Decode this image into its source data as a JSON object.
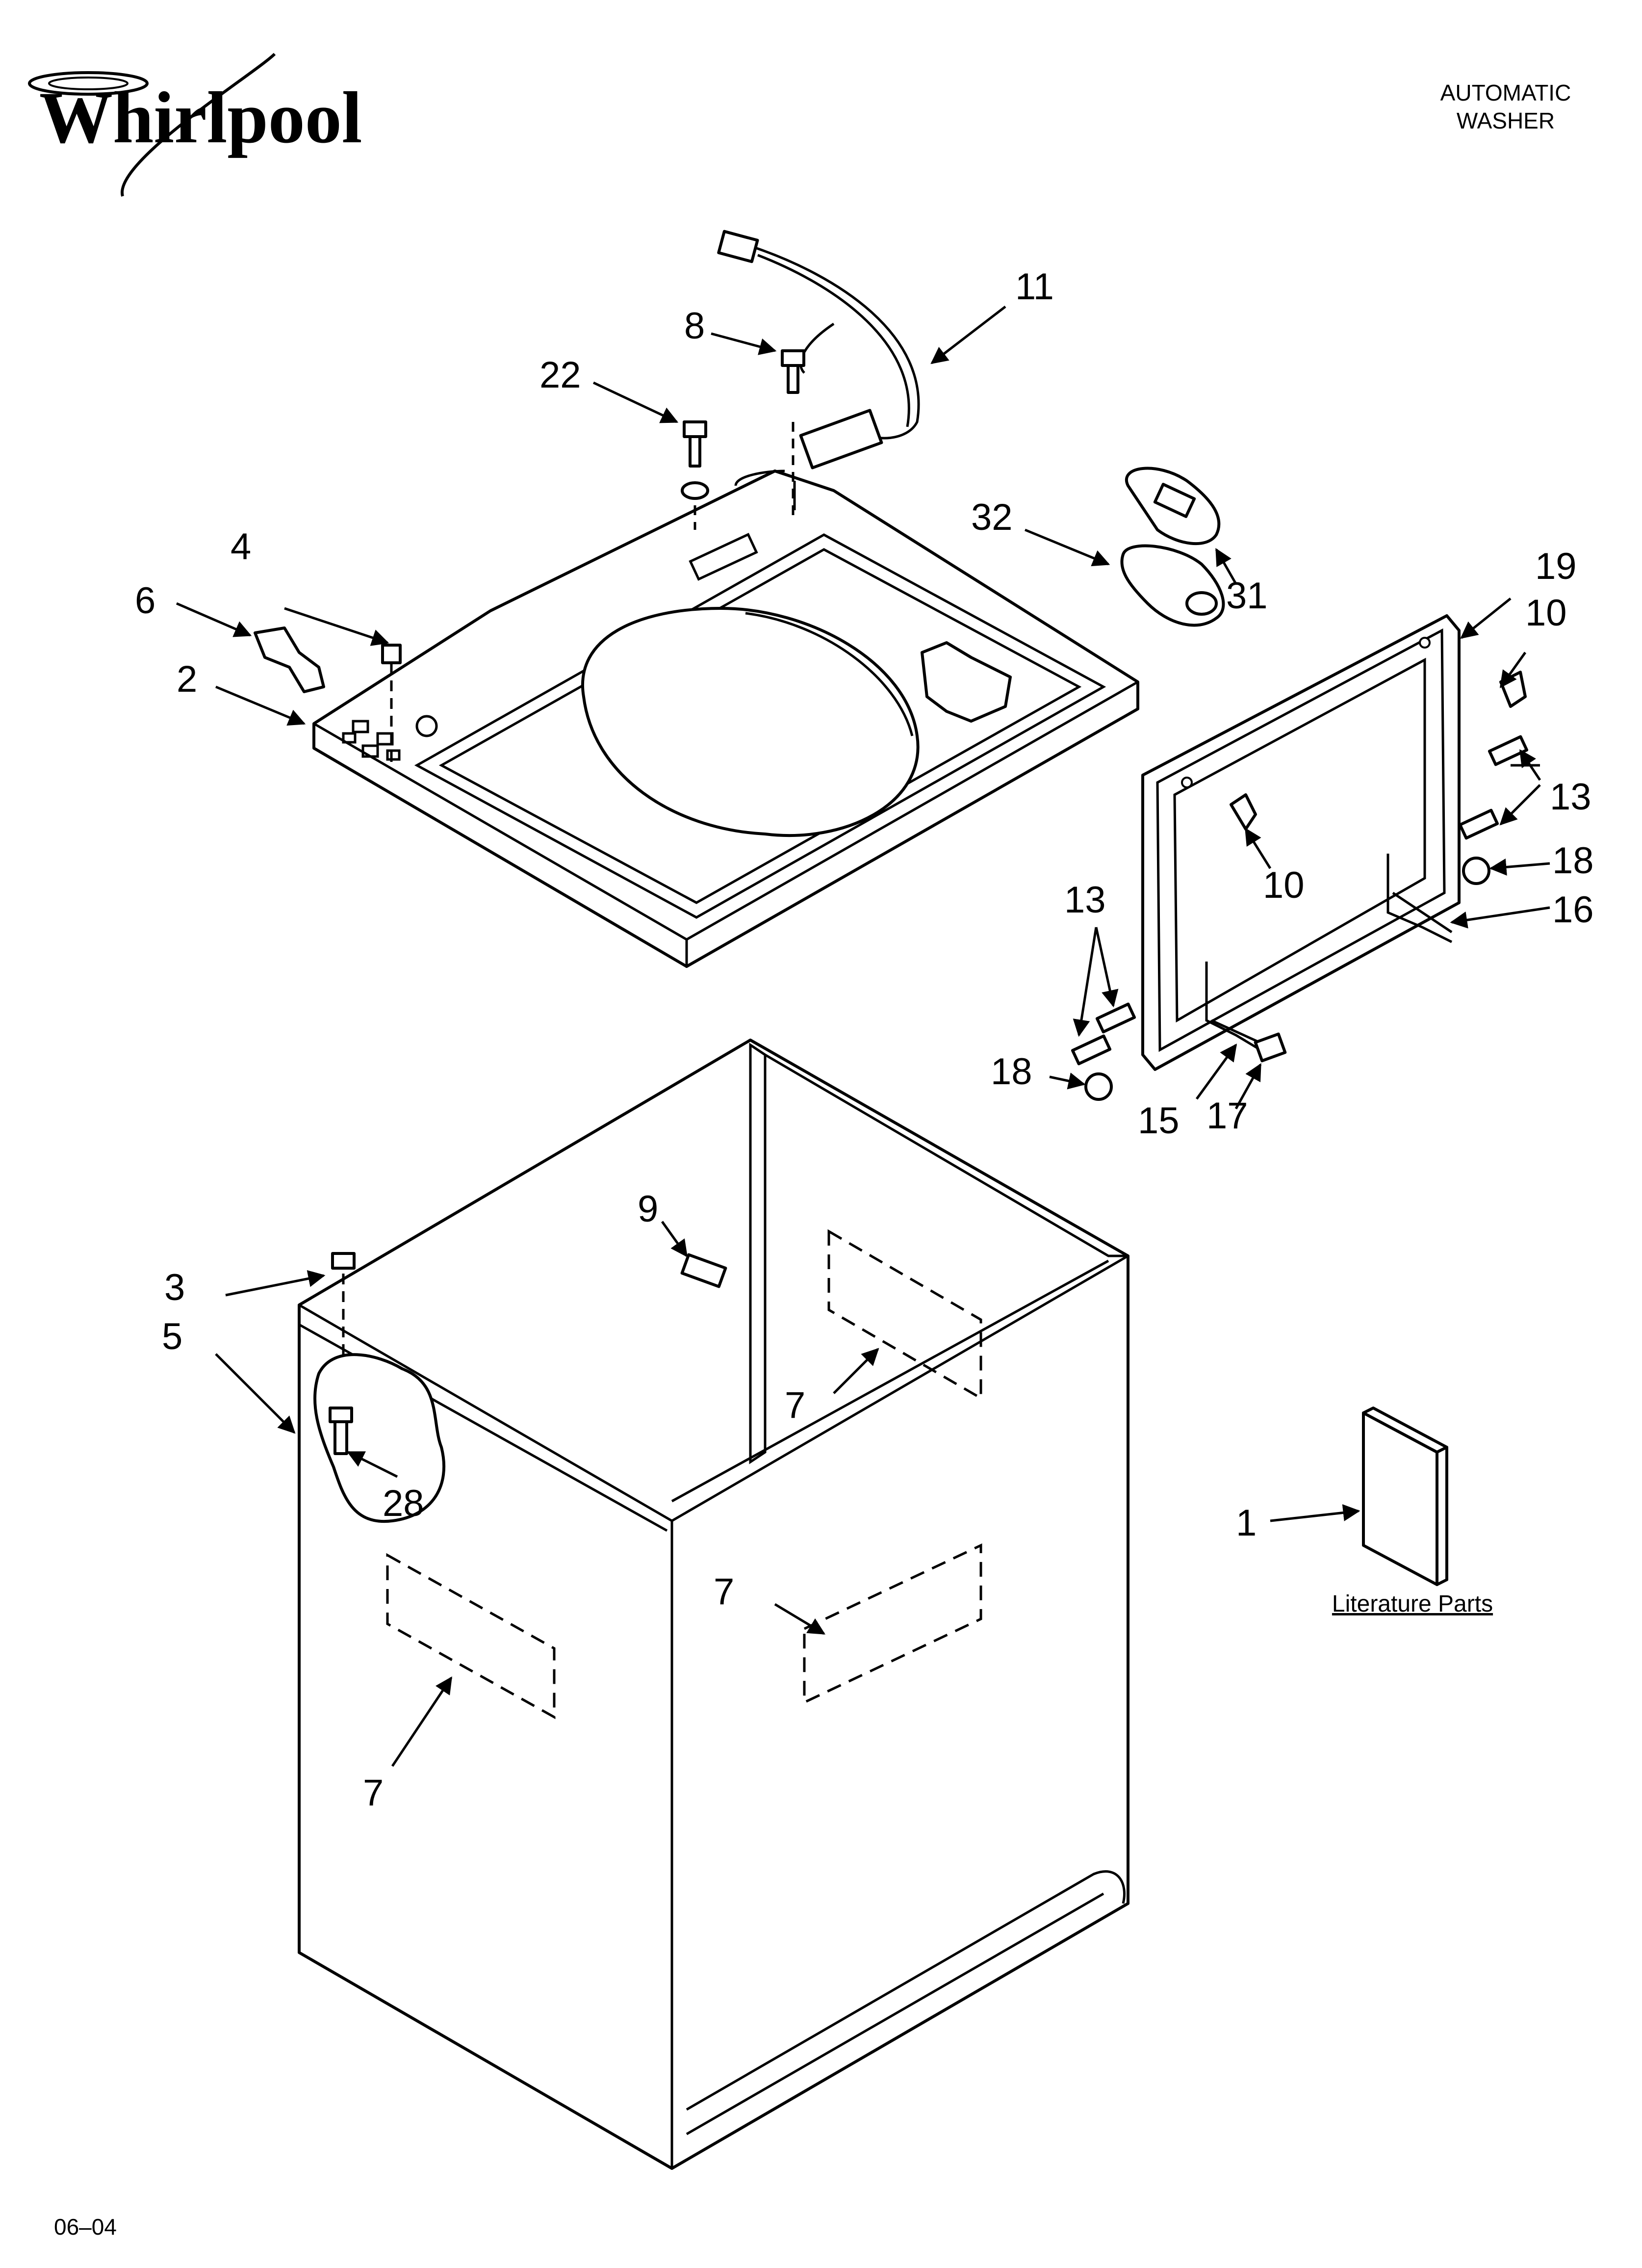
{
  "brand": {
    "logo_text": "Whirlpool"
  },
  "header": {
    "title_line1": "AUTOMATIC",
    "title_line2": "WASHER"
  },
  "footer": {
    "date_code": "06–04"
  },
  "literature": {
    "label": "Literature Parts"
  },
  "callouts": {
    "c1": "1",
    "c2": "2",
    "c3": "3",
    "c4": "4",
    "c5": "5",
    "c6": "6",
    "c7a": "7",
    "c7b": "7",
    "c7c": "7",
    "c8": "8",
    "c9": "9",
    "c10a": "10",
    "c10b": "10",
    "c11": "11",
    "c13a": "13",
    "c13b": "13",
    "c15": "15",
    "c16": "16",
    "c17": "17",
    "c18a": "18",
    "c18b": "18",
    "c19": "19",
    "c22": "22",
    "c28": "28",
    "c31": "31",
    "c32": "32"
  }
}
